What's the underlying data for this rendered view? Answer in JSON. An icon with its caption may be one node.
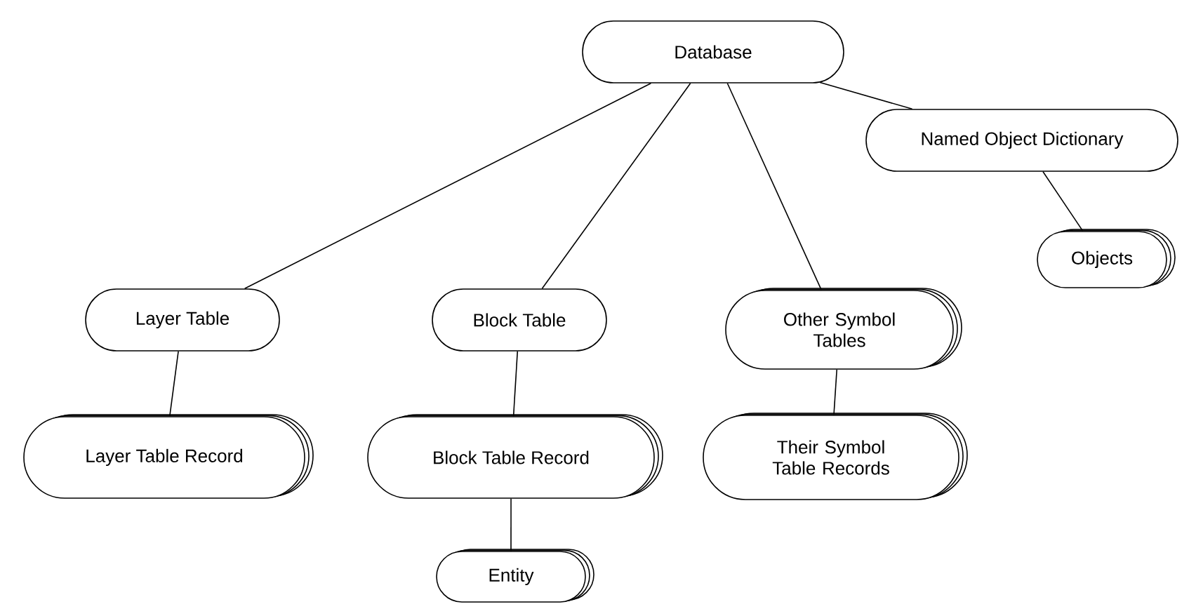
{
  "diagram": {
    "nodes": [
      {
        "text": [
          "Database"
        ]
      },
      {
        "text": [
          "Layer Table"
        ]
      },
      {
        "text": [
          "Block Table"
        ]
      },
      {
        "text": [
          "Other Symbol Tables"
        ]
      },
      {
        "text": [
          "Named Object Dictionary"
        ]
      },
      {
        "text": [
          "Objects"
        ]
      },
      {
        "text": [
          "Layer Table Record"
        ]
      },
      {
        "text": [
          "Block Table Record"
        ]
      },
      {
        "text": [
          "Their Symbol Table Records"
        ]
      },
      {
        "text": [
          "Entity"
        ]
      }
    ],
    "edges": [
      {
        "from": 0,
        "to": 1,
        "arrow": "none"
      },
      {
        "from": 0,
        "to": 2,
        "arrow": "none"
      },
      {
        "from": 0,
        "to": 3,
        "arrow": "none"
      },
      {
        "from": 0,
        "to": 4,
        "arrow": "none"
      },
      {
        "from": 1,
        "to": 6,
        "arrow": "none"
      },
      {
        "from": 2,
        "to": 7,
        "arrow": "none"
      },
      {
        "from": 7,
        "to": 9,
        "arrow": "none"
      },
      {
        "from": 3,
        "to": 8,
        "arrow": "none"
      },
      {
        "from": 4,
        "to": 5,
        "arrow": "none"
      }
    ]
  }
}
